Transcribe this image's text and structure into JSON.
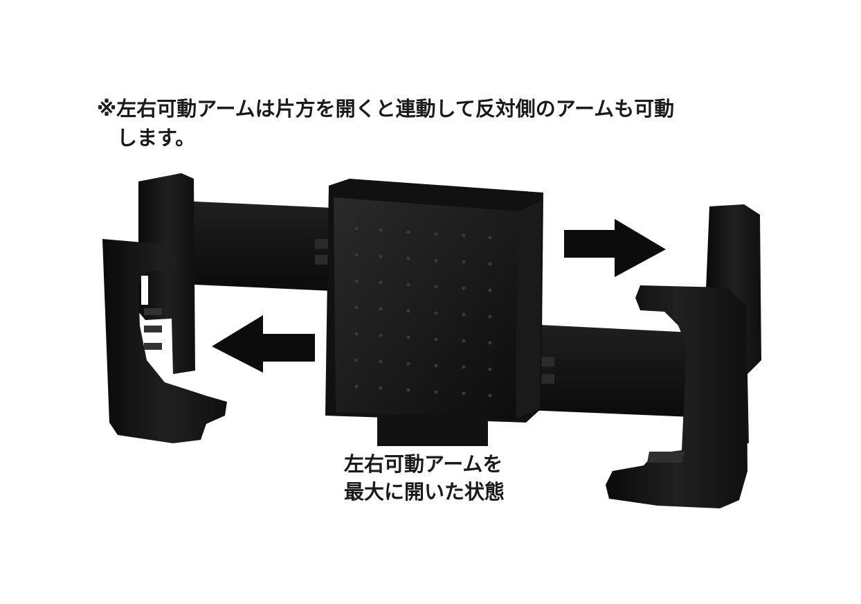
{
  "note": {
    "line1": "※左右可動アームは片方を開くと連動して反対側のアームも可動",
    "line2": "します。"
  },
  "caption": {
    "line1": "左右可動アームを",
    "line2": "最大に開いた状態"
  },
  "colors": {
    "background": "#ffffff",
    "product": "#151515",
    "text": "#1a1a1a",
    "arrow": "#0c0c0c"
  }
}
